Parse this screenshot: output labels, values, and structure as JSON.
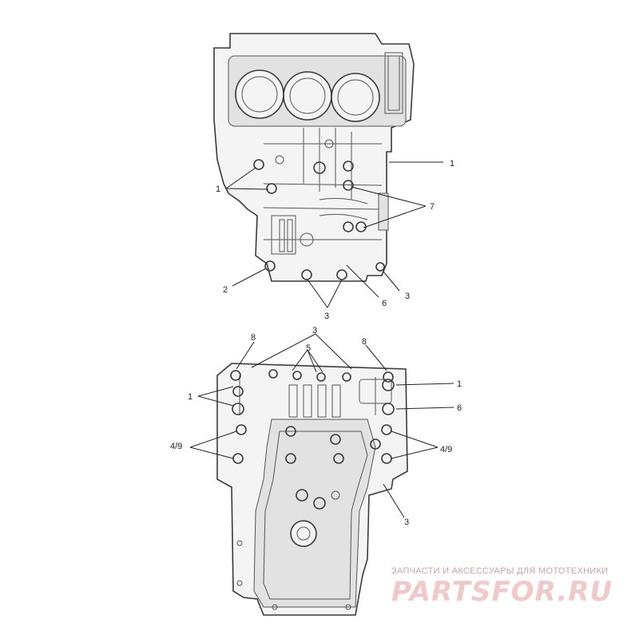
{
  "upper_view": {
    "callouts": [
      {
        "id": "u1a",
        "text": "1"
      },
      {
        "id": "u1b",
        "text": "1"
      },
      {
        "id": "u7",
        "text": "7"
      },
      {
        "id": "u2",
        "text": "2"
      },
      {
        "id": "u6",
        "text": "6"
      },
      {
        "id": "u3a",
        "text": "3"
      },
      {
        "id": "u3b",
        "text": "3"
      }
    ]
  },
  "lower_view": {
    "callouts": [
      {
        "id": "l3a",
        "text": "3"
      },
      {
        "id": "l8a",
        "text": "8"
      },
      {
        "id": "l8b",
        "text": "8"
      },
      {
        "id": "l5",
        "text": "5"
      },
      {
        "id": "l1a",
        "text": "1"
      },
      {
        "id": "l1b",
        "text": "1"
      },
      {
        "id": "l6",
        "text": "6"
      },
      {
        "id": "l49a",
        "text": "4/9"
      },
      {
        "id": "l49b",
        "text": "4/9"
      },
      {
        "id": "l3b",
        "text": "3"
      }
    ]
  },
  "watermark": {
    "tagline": "ЗАПЧАСТИ И АКСЕССУАРЫ ДЛЯ МОТОТЕХНИКИ",
    "logo": "PARTSFOR.RU",
    "color": "#f2c9c9"
  }
}
